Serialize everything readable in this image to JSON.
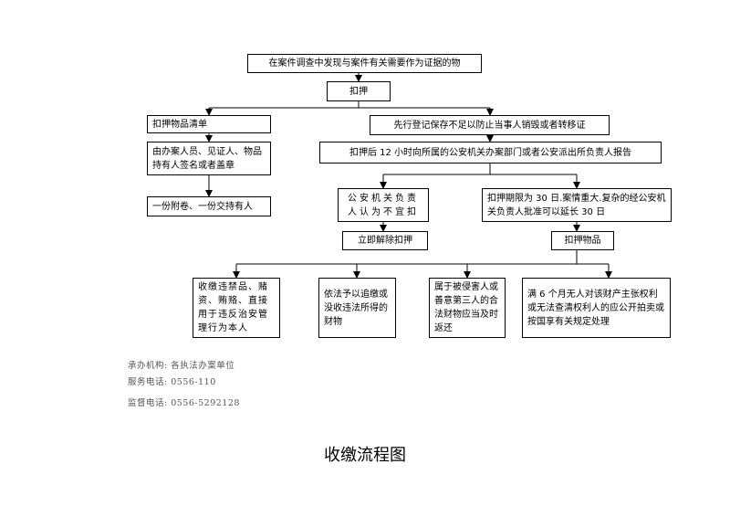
{
  "flowchart": {
    "nodes": {
      "discover": "在案件调查中发现与案件有关需要作为证据的物",
      "seize": "扣押",
      "list": "扣押物品清单",
      "sign": "由办案人员、见证人、物品持有人签名或者盖章",
      "copies": "一份附卷、一份交持有人",
      "register": "先行登记保存不足以防止当事人销毁或者转移证",
      "report": "扣押后 12 小时向所属的公安机关办案部门或者公安派出所负责人报告",
      "inappropriate": "公安机关负责人认为不宜扣",
      "release": "立即解除扣押",
      "period": "扣押期限为 30 日.案情重大.复杂的经公安机关负责人批准可以延长 30 日",
      "seize_goods": "扣押物品",
      "contraband": "收缴违禁品、赌资、贿赂、直接用于违反治安管理行为本人",
      "recover": "依法予以追缴或没收违法所得的财物",
      "victim": "属于被侵害人或善意第三人的合法财物应当及时返还",
      "unclaimed": "满 6 个月无人对该财产主张权利或无法查清权利人的应公开拍卖或按国享有关规定处理"
    }
  },
  "footer": {
    "org": "承办机构: 各执法办案单位",
    "service_phone": "服务电话: 0556-110",
    "supervise_phone": "监督电话: 0556-5292128"
  },
  "title": "收缴流程图"
}
